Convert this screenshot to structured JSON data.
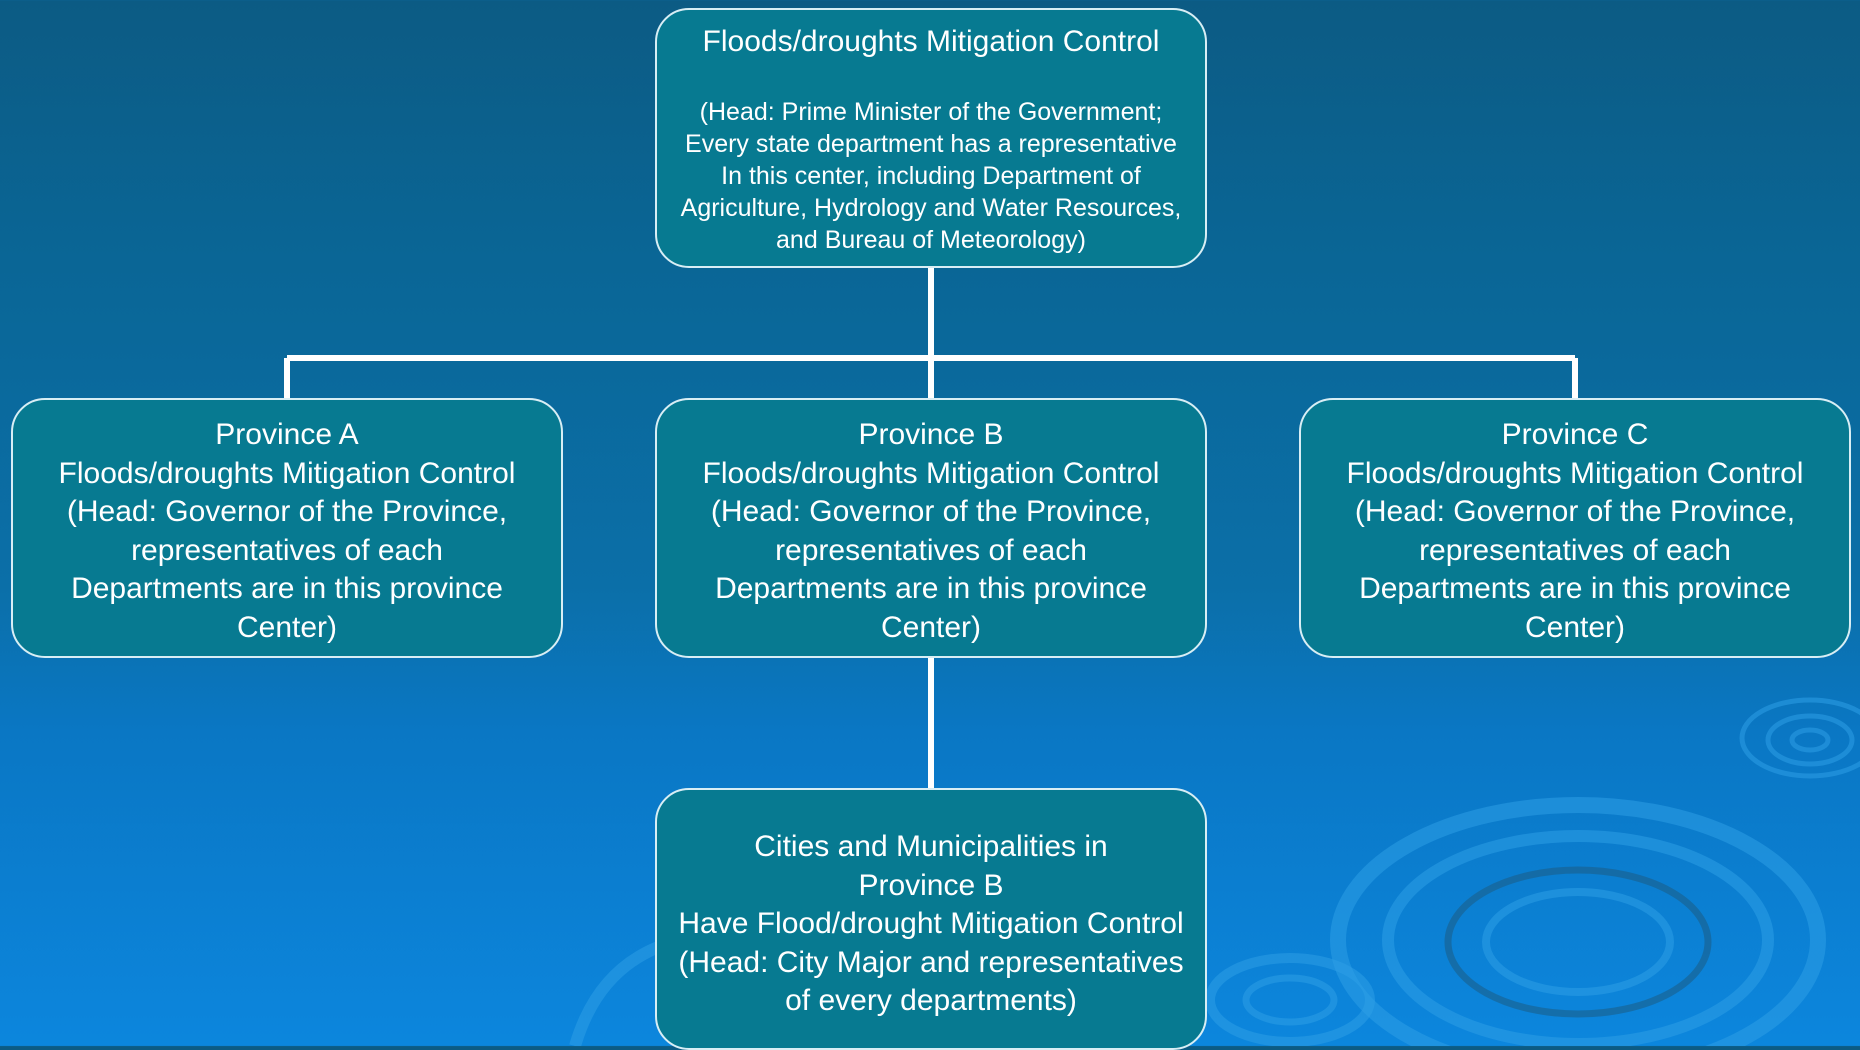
{
  "colors": {
    "node_fill": "#077a91",
    "node_border": "#d8eef5",
    "connector": "#ffffff",
    "text": "#ffffff"
  },
  "nodes": {
    "national": {
      "title": "Floods/droughts Mitigation Control",
      "detail": "(Head: Prime Minister of the Government;\nEvery state department has a representative\nIn this center, including Department of\nAgriculture, Hydrology and Water Resources,\nand Bureau of Meteorology)"
    },
    "province_a": {
      "text": "Province A\nFloods/droughts Mitigation Control\n(Head: Governor of the Province,\nrepresentatives of each\nDepartments are in this province\nCenter)"
    },
    "province_b": {
      "text": "Province B\nFloods/droughts Mitigation Control\n(Head: Governor of the Province,\nrepresentatives of each\nDepartments are in this province\nCenter)"
    },
    "province_c": {
      "text": "Province C\nFloods/droughts Mitigation Control\n(Head: Governor of the Province,\nrepresentatives of each\nDepartments are in this province\nCenter)"
    },
    "cities": {
      "text": "Cities and Municipalities in\nProvince B\nHave Flood/drought Mitigation Control\n(Head: City Major and representatives\nof every departments)"
    }
  }
}
